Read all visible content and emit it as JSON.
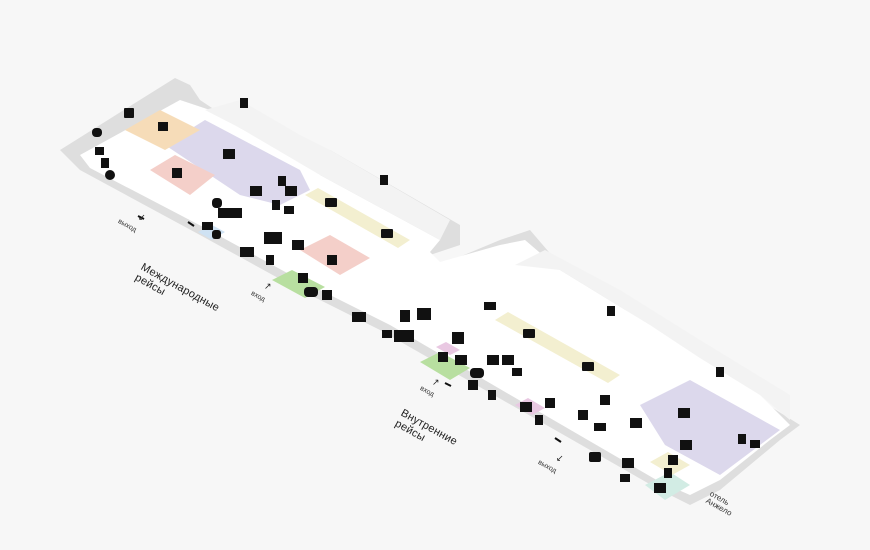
{
  "zones": {
    "international": [
      "Международные",
      "рейсы"
    ],
    "domestic": [
      "Внутренние",
      "рейсы"
    ]
  },
  "labels": {
    "exit": "выход",
    "entrance": "вход",
    "hotel": [
      "отель",
      "Анжело"
    ]
  },
  "colors": {
    "floor": "#ffffff",
    "walls": "#dcdcdc",
    "lounge": "#dcd8ec",
    "customs": "#f4cfc9",
    "passport": "#f6dcb8",
    "green": "#b8dfa0",
    "blue": "#cfe2f3",
    "yellow": "#f3efd0",
    "teal": "#d2ece4",
    "pink": "#e9c8e2",
    "icon": "#111111"
  },
  "icons": [
    "wc",
    "elevator",
    "escalator",
    "baggage",
    "check",
    "lounge",
    "security",
    "food",
    "shop",
    "info",
    "wheelchair",
    "taxi",
    "parking",
    "atm",
    "medical",
    "pet",
    "bus",
    "smoking",
    "currency",
    "wifi"
  ]
}
